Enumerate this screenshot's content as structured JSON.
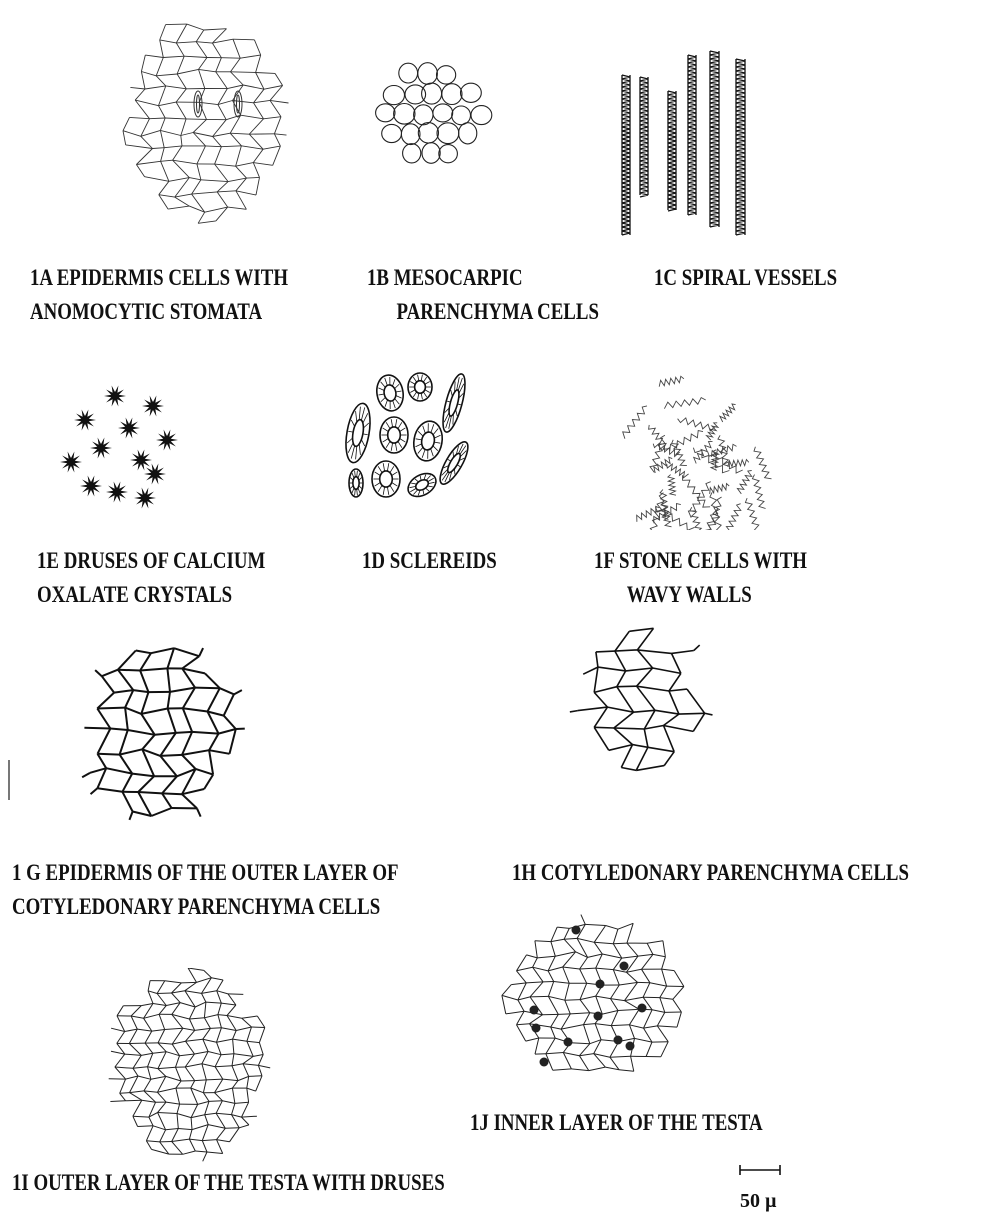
{
  "figures": {
    "1a": {
      "line1": "1A EPIDERMIS CELLS WITH",
      "line2": "ANOMOCYTIC STOMATA"
    },
    "1b": {
      "line1": "1B MESOCARPIC",
      "line2": "PARENCHYMA CELLS"
    },
    "1c": {
      "line1": "1C SPIRAL VESSELS"
    },
    "1e": {
      "line1": "1E DRUSES OF CALCIUM",
      "line2": "OXALATE CRYSTALS"
    },
    "1d": {
      "line1": "1D SCLEREIDS"
    },
    "1f": {
      "line1": "1F STONE CELLS WITH",
      "line2": "WAVY WALLS"
    },
    "1g": {
      "line1": "1 G EPIDERMIS OF THE OUTER LAYER OF",
      "line2": "COTYLEDONARY PARENCHYMA CELLS"
    },
    "1h": {
      "line1": "1H COTYLEDONARY PARENCHYMA CELLS"
    },
    "1i": {
      "line1": "1I OUTER LAYER OF THE TESTA WITH DRUSES"
    },
    "1j": {
      "line1": "1J INNER LAYER OF THE TESTA"
    }
  },
  "scale_bar": {
    "label": "50 µ"
  },
  "colors": {
    "ink": "#111111",
    "background": "#ffffff"
  }
}
